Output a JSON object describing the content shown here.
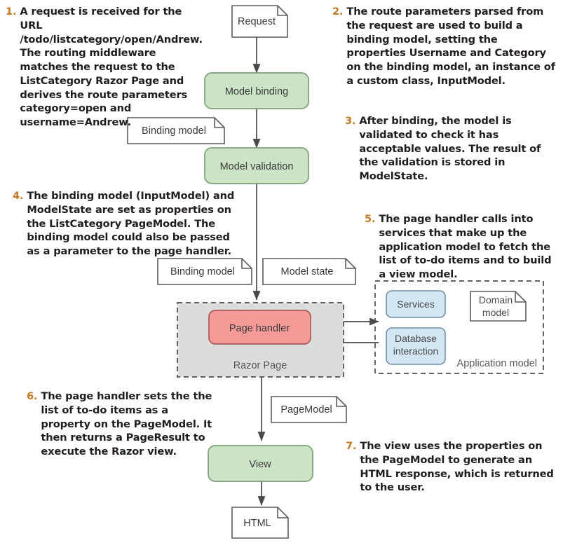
{
  "diagram": {
    "title": "ASP.NET Core Razor Page request handling flow",
    "colors": {
      "green_fill": "#cde3c6",
      "green_stroke": "#7d9f76",
      "red_fill": "#f59a96",
      "red_stroke": "#a85b57",
      "blue_fill": "#d3e6f4",
      "blue_stroke": "#6d8fa6",
      "doc_fill": "#ffffff",
      "doc_stroke": "#5c5c5c",
      "group_fill": "#dcdcdc",
      "group_stroke": "#4d4d4d",
      "arrow": "#4a4a4a",
      "number_color": "#c47a23",
      "text_color": "#211d1e"
    },
    "captions": [
      {
        "number": "1.",
        "text": "A request is received for the URL /todo/listcategory/open/Andrew. The routing middleware matches the request to the ListCategory Razor Page and derives the route parameters category=open and username=Andrew."
      },
      {
        "number": "2.",
        "text": "The route parameters parsed from the request are used to build a binding model, setting the properties Username and Category on the binding model, an instance of a custom class, InputModel."
      },
      {
        "number": "3.",
        "text": "After binding, the model is validated to check it has acceptable values. The result of the validation is stored in ModelState."
      },
      {
        "number": "4.",
        "text": "The binding model (InputModel) and ModelState are set as properties on the ListCategory PageModel. The binding model could also be passed as a parameter to the page handler."
      },
      {
        "number": "5.",
        "text": "The page handler calls into services that make up the application model to fetch the list of to-do items and to build a view model."
      },
      {
        "number": "6.",
        "text": "The page handler sets the the list of to-do items as a property on the PageModel. It then returns a PageResult to execute the Razor view."
      },
      {
        "number": "7.",
        "text": "The view uses the properties on the PageModel to generate an HTML response, which is returned to the user."
      }
    ],
    "nodes": {
      "request": {
        "label": "Request",
        "shape": "document"
      },
      "model_binding": {
        "label": "Model binding",
        "shape": "rounded-rect",
        "fill": "green"
      },
      "binding_model_1": {
        "label": "Binding model",
        "shape": "document"
      },
      "model_validation": {
        "label": "Model validation",
        "shape": "rounded-rect",
        "fill": "green"
      },
      "binding_model_2": {
        "label": "Binding model",
        "shape": "document"
      },
      "model_state": {
        "label": "Model state",
        "shape": "document"
      },
      "page_handler": {
        "label": "Page handler",
        "shape": "rounded-rect",
        "fill": "red"
      },
      "razor_page": {
        "label": "Razor Page",
        "shape": "dashed-group"
      },
      "services": {
        "label": "Services",
        "shape": "rounded-rect",
        "fill": "blue"
      },
      "database_interaction": {
        "label_line1": "Database",
        "label_line2": "interaction",
        "shape": "rounded-rect",
        "fill": "blue"
      },
      "domain_model": {
        "label_line1": "Domain",
        "label_line2": "model",
        "shape": "document"
      },
      "application_model": {
        "label": "Application model",
        "shape": "dashed-group"
      },
      "page_model": {
        "label": "PageModel",
        "shape": "document"
      },
      "view": {
        "label": "View",
        "shape": "rounded-rect",
        "fill": "green"
      },
      "html": {
        "label": "HTML",
        "shape": "document"
      }
    },
    "edges": [
      {
        "from": "request",
        "to": "model_binding",
        "direction": "down"
      },
      {
        "from": "model_binding",
        "to": "model_validation",
        "direction": "down"
      },
      {
        "from": "model_validation",
        "to": "razor_page",
        "direction": "down"
      },
      {
        "from": "page_handler",
        "to": "application_model",
        "direction": "right"
      },
      {
        "from": "application_model",
        "to": "page_handler",
        "direction": "left"
      },
      {
        "from": "razor_page",
        "to": "view",
        "direction": "down"
      },
      {
        "from": "view",
        "to": "html",
        "direction": "down"
      }
    ]
  }
}
